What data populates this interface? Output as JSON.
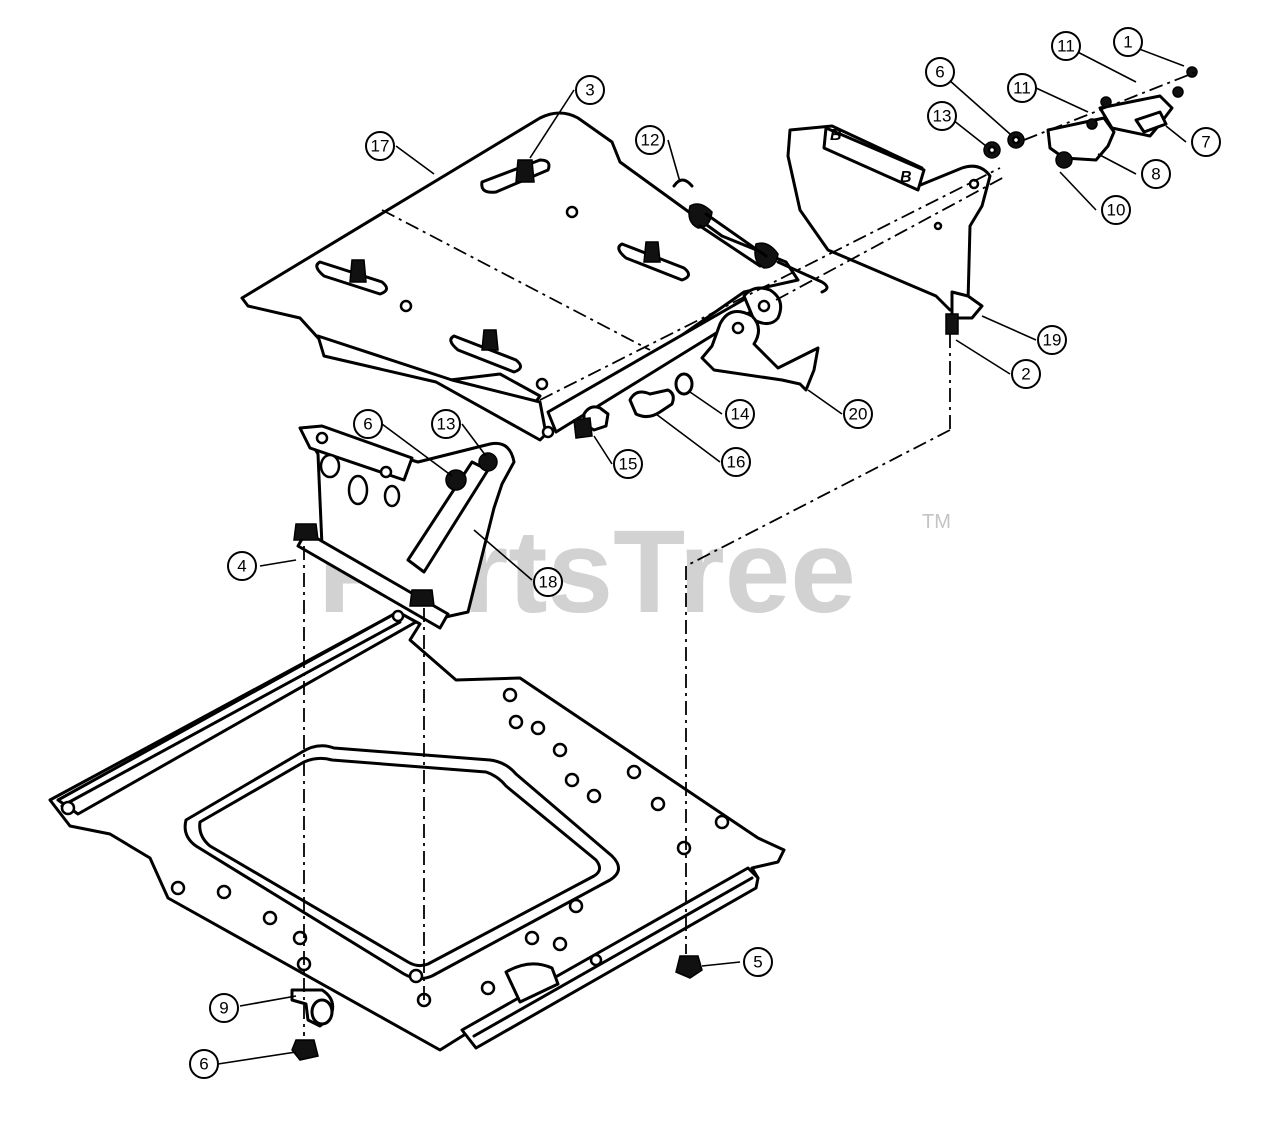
{
  "watermark": {
    "text": "PartsTree",
    "tm": "TM"
  },
  "plate_marks": [
    "B",
    "B"
  ],
  "callouts": [
    {
      "id": "c1",
      "label": "1"
    },
    {
      "id": "c2",
      "label": "2"
    },
    {
      "id": "c3",
      "label": "3"
    },
    {
      "id": "c4",
      "label": "4"
    },
    {
      "id": "c5",
      "label": "5"
    },
    {
      "id": "c6a",
      "label": "6"
    },
    {
      "id": "c6b",
      "label": "6"
    },
    {
      "id": "c6c",
      "label": "6"
    },
    {
      "id": "c7",
      "label": "7"
    },
    {
      "id": "c8",
      "label": "8"
    },
    {
      "id": "c9",
      "label": "9"
    },
    {
      "id": "c10",
      "label": "10"
    },
    {
      "id": "c11a",
      "label": "11"
    },
    {
      "id": "c11b",
      "label": "11"
    },
    {
      "id": "c12",
      "label": "12"
    },
    {
      "id": "c13a",
      "label": "13"
    },
    {
      "id": "c13b",
      "label": "13"
    },
    {
      "id": "c14",
      "label": "14"
    },
    {
      "id": "c15",
      "label": "15"
    },
    {
      "id": "c16",
      "label": "16"
    },
    {
      "id": "c17",
      "label": "17"
    },
    {
      "id": "c18",
      "label": "18"
    },
    {
      "id": "c19",
      "label": "19"
    },
    {
      "id": "c20",
      "label": "20"
    }
  ]
}
